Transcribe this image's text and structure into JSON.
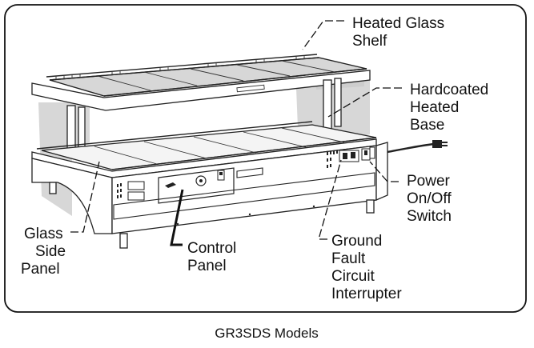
{
  "labels": {
    "heated_glass_shelf": [
      "Heated Glass",
      "Shelf"
    ],
    "hardcoated_heated_base": [
      "Hardcoated",
      "Heated",
      "Base"
    ],
    "power_switch": [
      "Power",
      "On/Off",
      "Switch"
    ],
    "gfci": [
      "Ground",
      "Fault",
      "Circuit",
      "Interrupter"
    ],
    "control_panel": [
      "Control",
      "Panel"
    ],
    "glass_side_panel": [
      "Glass",
      "Side",
      "Panel"
    ]
  },
  "caption": "GR3SDS Models"
}
